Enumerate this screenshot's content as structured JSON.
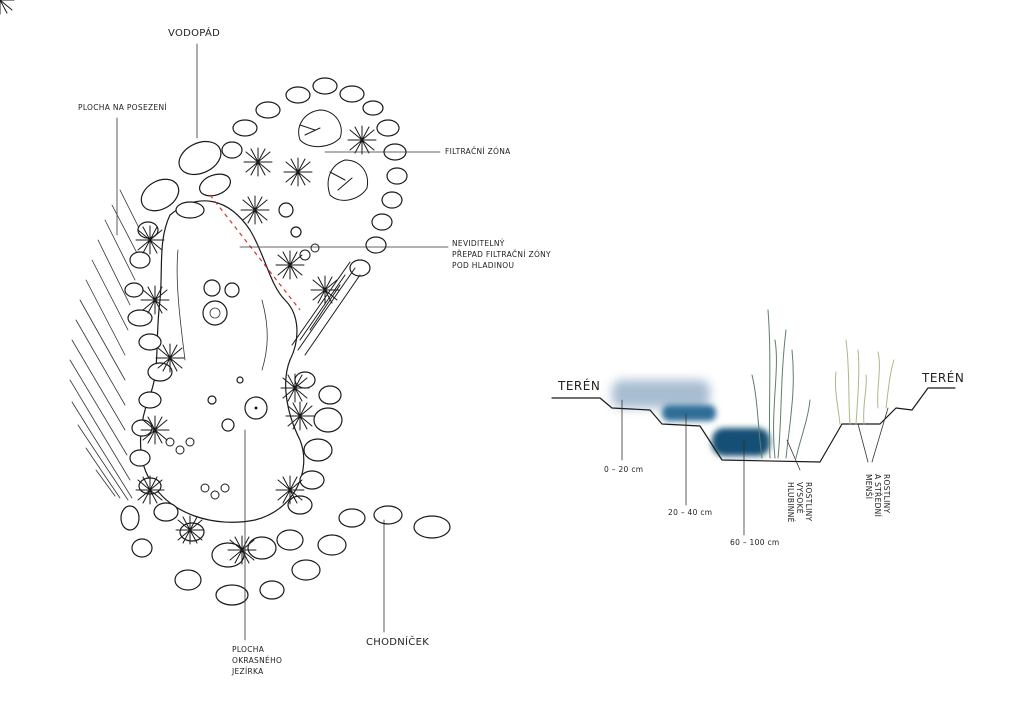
{
  "plan": {
    "labels": {
      "waterfall": "VODOPÁD",
      "seating_area": "PLOCHA NA POSEZENÍ",
      "filtration_zone": "FILTRAČNÍ ZÓNA",
      "invisible_overflow": [
        "NEVIDITELNÝ",
        "PŘEPAD FILTRAČNÍ ZÓNY",
        "POD HLADINOU"
      ],
      "pond_area": [
        "PLOCHA",
        "OKRASNÉHO",
        "JEZÍRKA"
      ],
      "path": "CHODNÍČEK"
    }
  },
  "section": {
    "labels": {
      "terrain_left": "TERÉN",
      "terrain_right": "TERÉN",
      "depth_shallow": "0 – 20 cm",
      "depth_mid": "20 – 40 cm",
      "depth_deep": "60 – 100 cm",
      "deep_tall_plants": [
        "HLUBINNÉ",
        "VYSOKÉ",
        "ROSTLINY"
      ],
      "small_medium_plants": [
        "MENŠÍ",
        "A STŘEDNÍ",
        "ROSTLINY"
      ]
    },
    "zone_colors": {
      "shallow": "#9fb6cc",
      "mid": "#2f6d98",
      "deep": "#134f76"
    }
  }
}
